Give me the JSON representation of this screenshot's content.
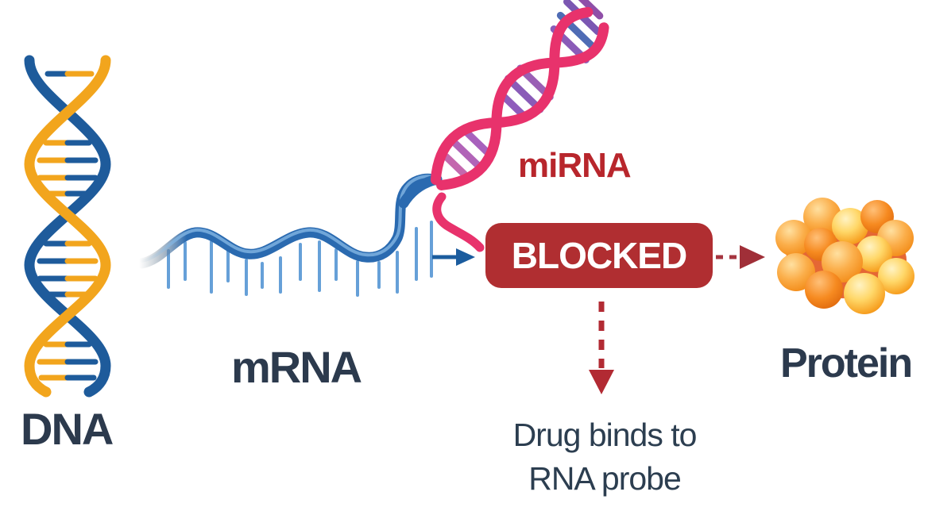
{
  "figure": {
    "type": "pathway-diagram",
    "labels": {
      "dna": "DNA",
      "mrna": "mRNA",
      "mirna": "miRNA",
      "blocked_badge": "BLOCKED",
      "protein": "Protein"
    },
    "annotation": {
      "line1": "Drug binds to",
      "line2": "RNA probe"
    }
  },
  "icons": {
    "mrna_to_blocked": "solid-right-arrow",
    "blocked_to_protein": "dashed-right-arrow",
    "blocked_to_note": "dashed-down-arrow"
  },
  "colors": {
    "label_text": "#2c3a4d",
    "note_text": "#2c3e50",
    "mirna_label": "#b8262c",
    "blocked_bg": "#b02e31",
    "blocked_text": "#ffffff",
    "dna_blue": "#1e5b9b",
    "dna_gold": "#f2a51d",
    "mrna_blue": "#2a6ab0",
    "mrna_ticks": "#66a0d8",
    "mirna_pink": "#e8326c",
    "mirna_rung_purple": "#8a5bb8",
    "arrow_blue": "#1b5c9e",
    "arrow_red": "#b22a33",
    "arrow_dark_red": "#a63540",
    "protein_orange": "#f28a16"
  }
}
